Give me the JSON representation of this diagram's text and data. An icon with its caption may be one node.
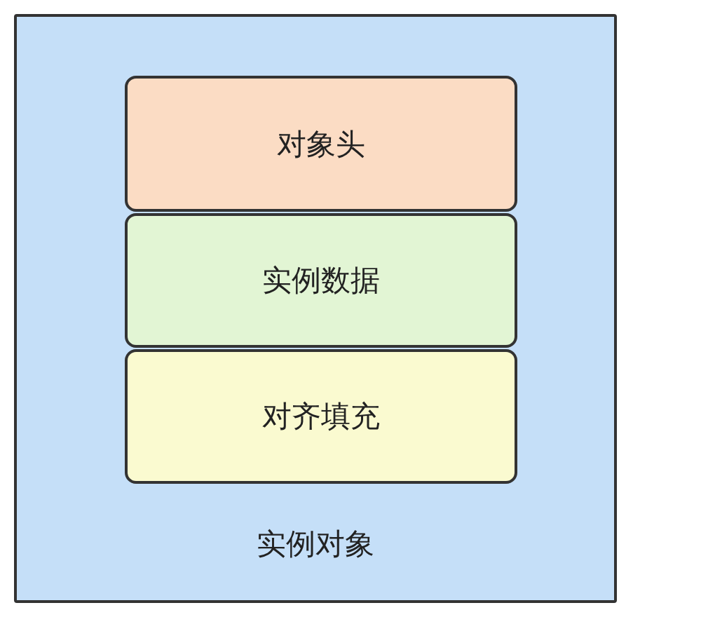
{
  "diagram": {
    "nodes": [
      {
        "text": [
          "实例对象"
        ]
      },
      {
        "text": [
          "对象头"
        ],
        "in": 0
      },
      {
        "text": [
          "实例数据"
        ],
        "in": 0
      },
      {
        "text": [
          "对齐填充"
        ],
        "in": 0
      }
    ]
  }
}
